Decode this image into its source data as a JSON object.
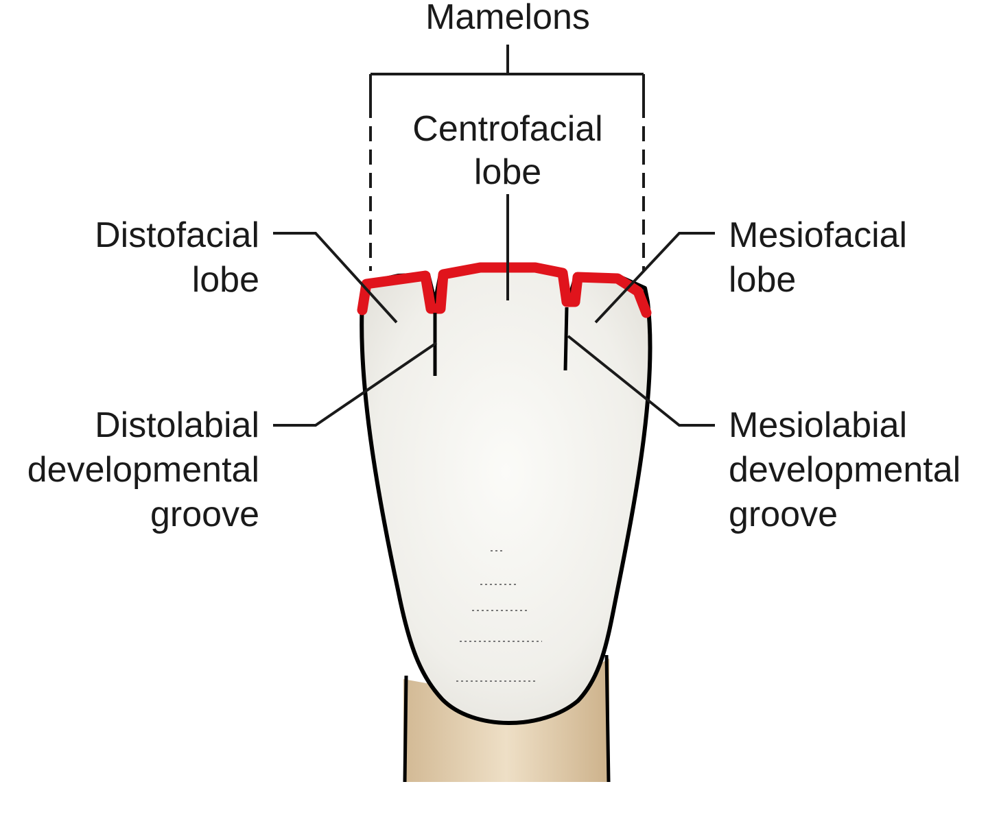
{
  "diagram": {
    "labels": {
      "mamelons": "Mamelons",
      "centrofacial_1": "Centrofacial",
      "centrofacial_2": "lobe",
      "distofacial_1": "Distofacial",
      "distofacial_2": "lobe",
      "mesiofacial_1": "Mesiofacial",
      "mesiofacial_2": "lobe",
      "distolabial_1": "Distolabial",
      "distolabial_2": "developmental",
      "distolabial_3": "groove",
      "mesiolabial_1": "Mesiolabial",
      "mesiolabial_2": "developmental",
      "mesiolabial_3": "groove"
    },
    "colors": {
      "crown": "#efeee9",
      "root": "#dcc8a8",
      "incisal_edge": "#e0141c",
      "outline": "#000000",
      "leader_lines": "#1a1a1a"
    }
  }
}
